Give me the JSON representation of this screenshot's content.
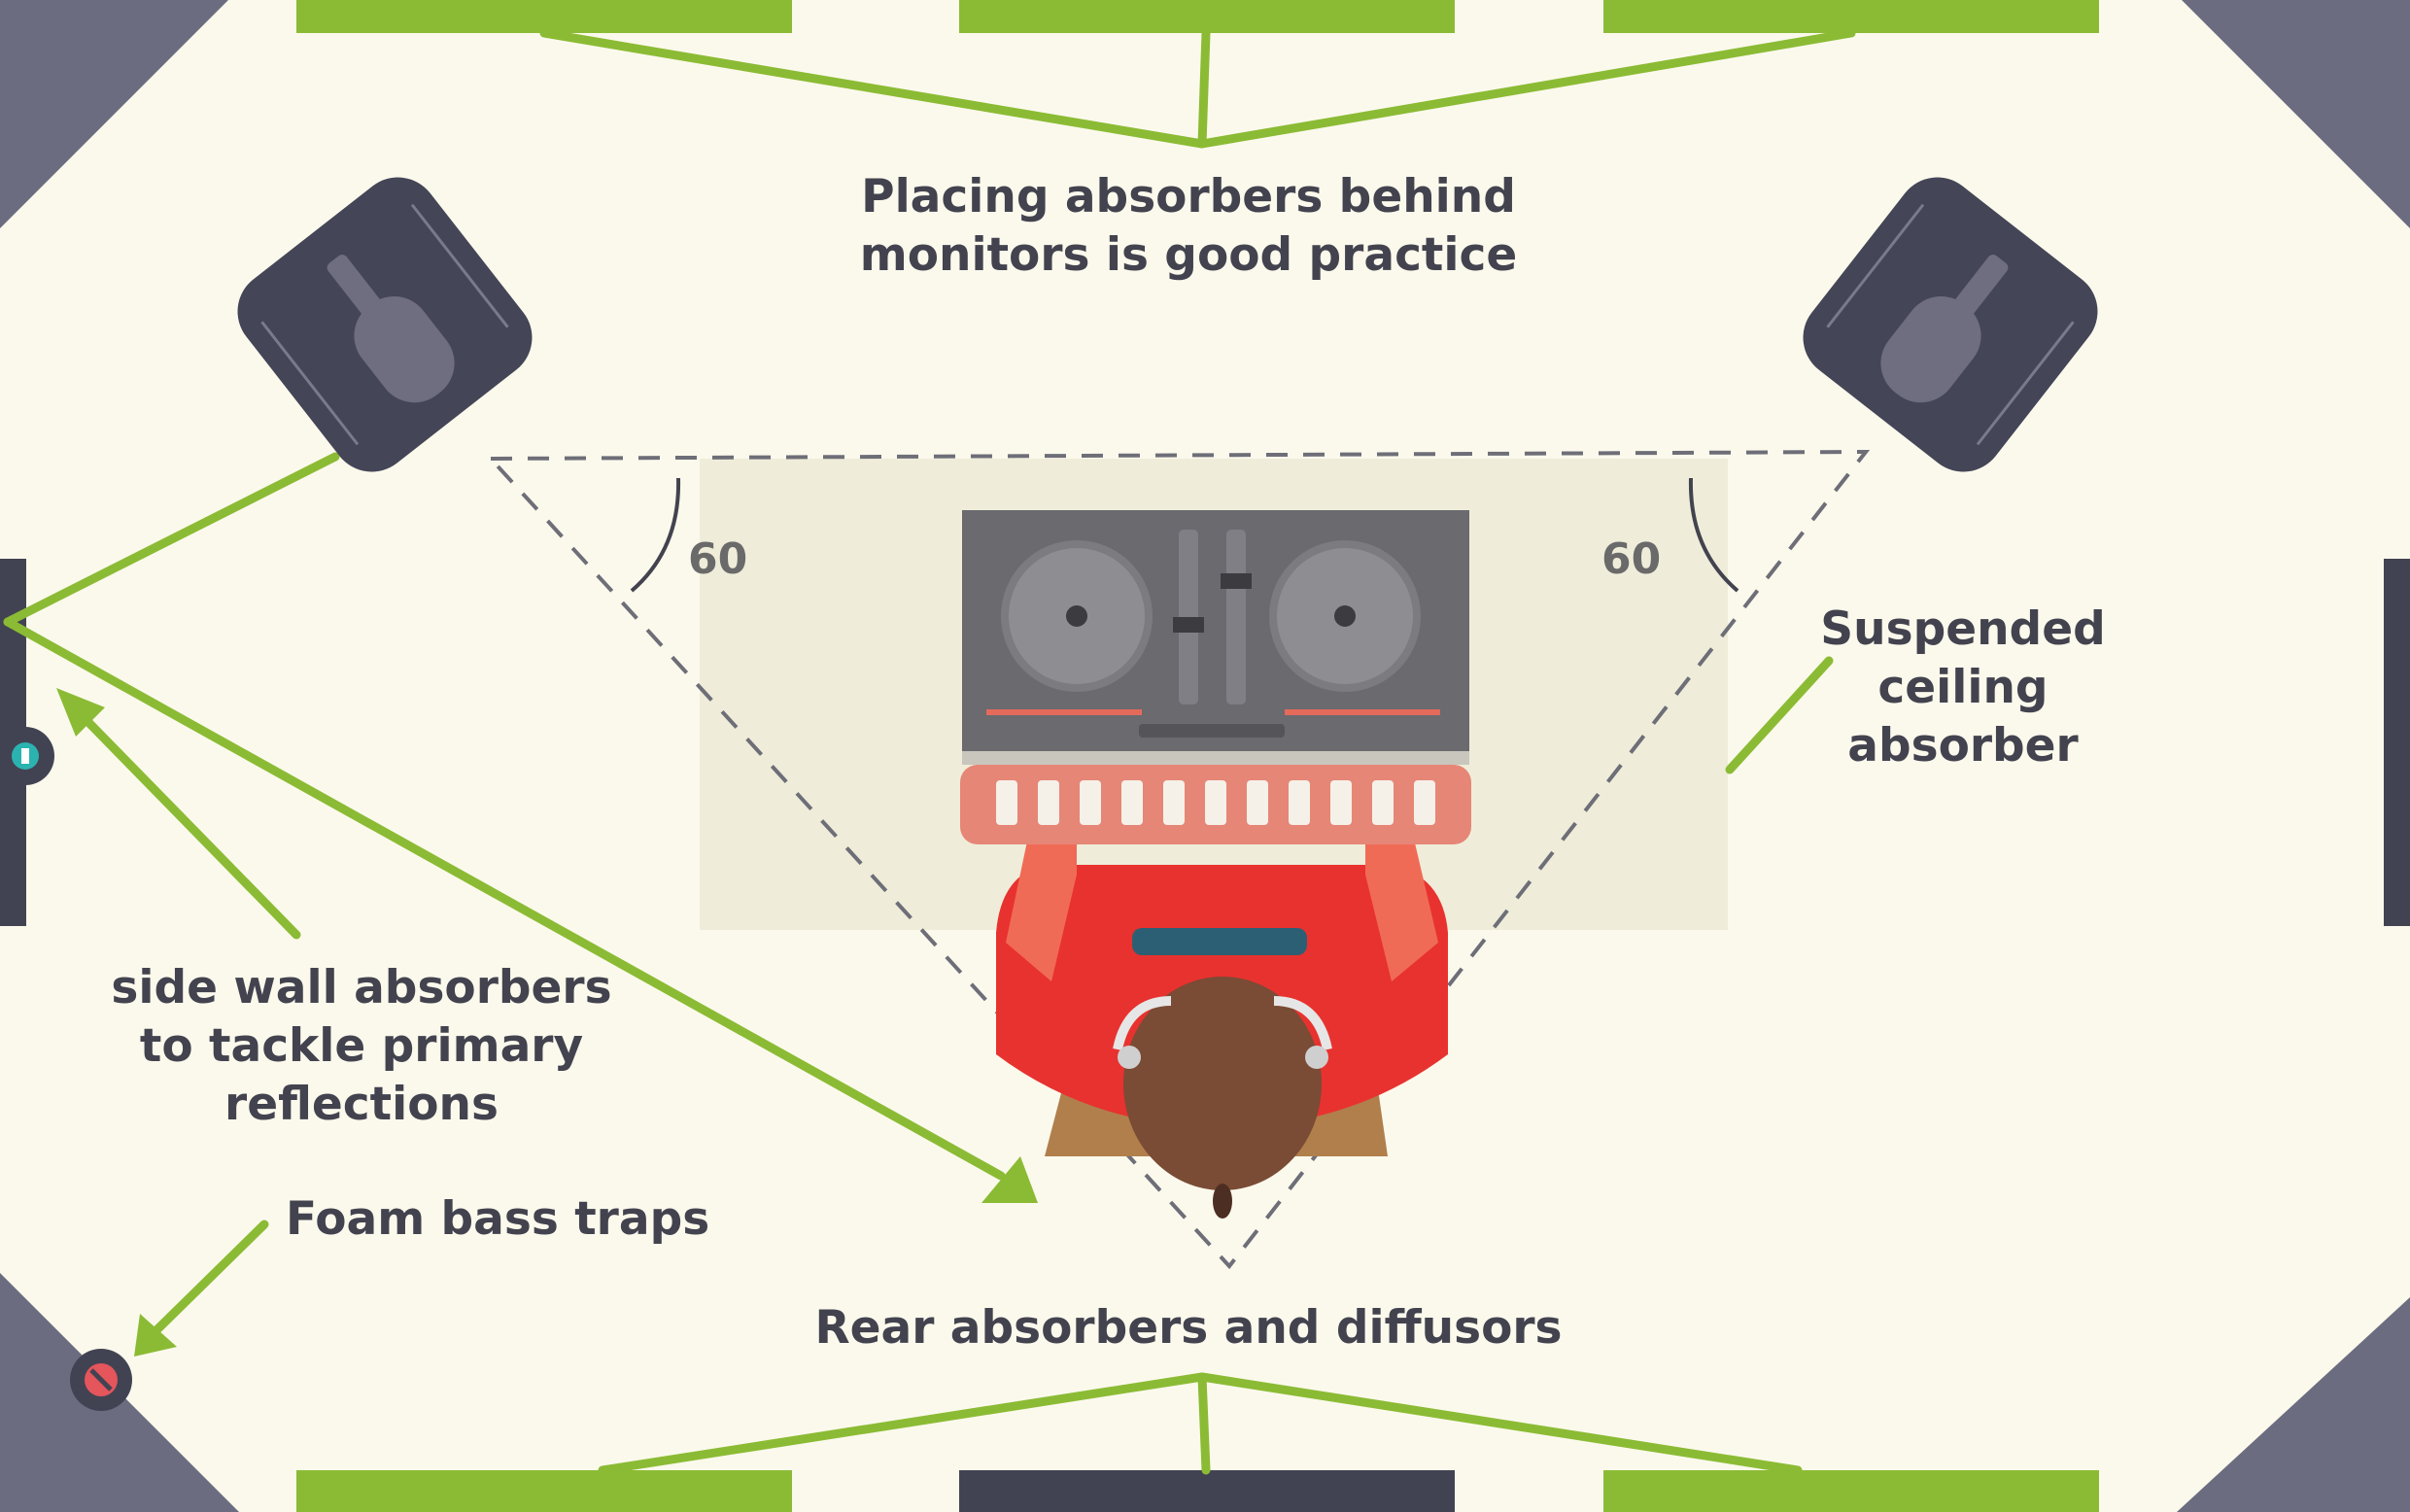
{
  "colors": {
    "background": "#fbf9ec",
    "absorber_green": "#8bbb34",
    "corner_slate": "#6b6c80",
    "panel_dark": "#424352",
    "speaker_body": "#444556",
    "speaker_cone": "#6e6e80",
    "controller_body": "#6a6a6f",
    "platter": "#8e8e92",
    "keyboard_salmon": "#e68677",
    "shirt_red": "#e8322f",
    "skin": "#f4a98a",
    "hair_brown": "#7a4b35",
    "chair_brown": "#b07f4c",
    "desk_zone": "#efedd9",
    "text_dark": "#43434f",
    "angle_text": "#6a6a6a",
    "dashed_line": "#6e6e78"
  },
  "labels": {
    "behind_monitors": [
      "Placing absorbers behind",
      "monitors is good practice"
    ],
    "side_wall": [
      "side wall absorbers",
      "to tackle primary",
      "reflections"
    ],
    "ceiling": [
      "Suspended",
      "ceiling",
      "absorber"
    ],
    "bass_traps": "Foam bass traps",
    "rear": "Rear absorbers and diffusors",
    "angle_left": "60",
    "angle_right": "60"
  },
  "icons": {
    "speaker": "studio-monitor-icon",
    "controller": "dj-controller-icon",
    "producer": "person-top-view-icon",
    "bass_trap": "bass-trap-icon"
  }
}
